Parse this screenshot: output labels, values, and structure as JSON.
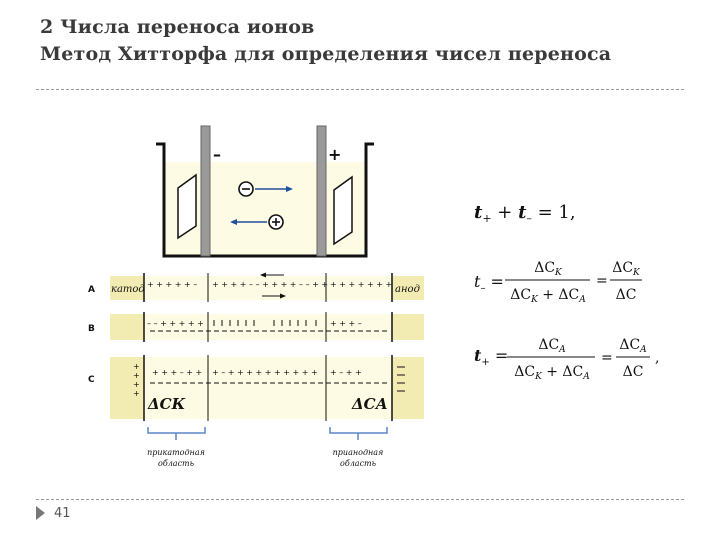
{
  "slide": {
    "title_line1": "2 Числа переноса ионов",
    "title_line2": "Метод Хитторфа для определения чисел переноса",
    "page_number": "41"
  },
  "diagram": {
    "minus_sign": "–",
    "plus_sign": "+",
    "row_labels": [
      "A",
      "B",
      "C"
    ],
    "cathode_label": "катод",
    "anode_label": "анод",
    "row_a_charges": [
      "+ + + + + –",
      "+ + + + – – + + + + – – + +",
      "+ + + + + + +"
    ],
    "row_b_charges": [
      "– – + + + + +",
      "+ + + –"
    ],
    "row_c_charges": [
      "+ + + – + +",
      "+ – + + + + + + + + + +",
      "+ – + +"
    ],
    "delta_ck": "ΔCК",
    "delta_ca": "ΔCА",
    "near_cathode": "прикатодная область",
    "near_anode": "прианодная область"
  },
  "equations": {
    "sum": "t₊ + t₋ = 1,",
    "t_minus_lhs": "t₋ =",
    "t_minus_num": "ΔCK",
    "t_minus_den": "ΔCK + ΔCA",
    "t_minus_num2": "ΔCK",
    "t_minus_den2": "ΔC",
    "t_plus_lhs": "t₊ =",
    "t_plus_num": "ΔCA",
    "t_plus_den": "ΔCK + ΔCA",
    "t_plus_num2": "ΔCA",
    "t_plus_den2": "ΔC"
  }
}
